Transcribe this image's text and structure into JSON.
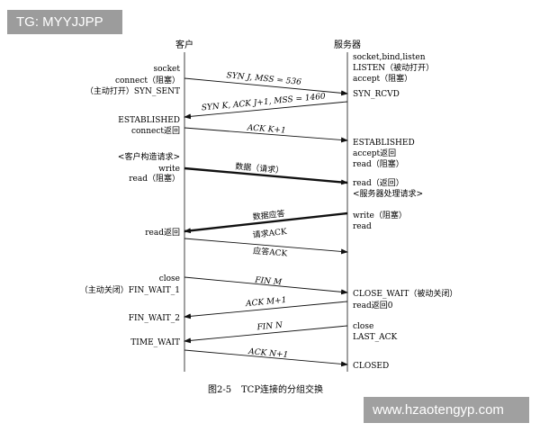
{
  "overlays": {
    "top_left": "TG: MYYJJPP",
    "bottom_right": "www.hzaotengyp.com"
  },
  "columns": {
    "client": "客户",
    "server": "服务器"
  },
  "client_labels": [
    "socket",
    "connect（阻塞）",
    "（主动打开）SYN_SENT",
    "ESTABLISHED",
    "connect返回",
    "<客户构造请求>",
    "write",
    "read（阻塞）",
    "read返回",
    "close",
    "（主动关闭）FIN_WAIT_1",
    "FIN_WAIT_2",
    "TIME_WAIT"
  ],
  "server_labels": [
    "socket,bind,listen",
    "LISTEN（被动打开）",
    "accept（阻塞）",
    "SYN_RCVD",
    "ESTABLISHED",
    "accept返回",
    "read（阻塞）",
    "read（返回）",
    "<服务器处理请求>",
    "write（阻塞）",
    "read",
    "CLOSE_WAIT（被动关闭）",
    "read返回0",
    "close",
    "LAST_ACK",
    "CLOSED"
  ],
  "messages": [
    "SYN J, MSS = 536",
    "SYN K, ACK J+1, MSS = 1460",
    "ACK K+1",
    "数据（请求）",
    "数据应答",
    "请求ACK",
    "应答ACK",
    "FIN M",
    "ACK M+1",
    "FIN N",
    "ACK N+1"
  ],
  "caption": {
    "figure_no": "图2-5",
    "text": "TCP连接的分组交换"
  }
}
